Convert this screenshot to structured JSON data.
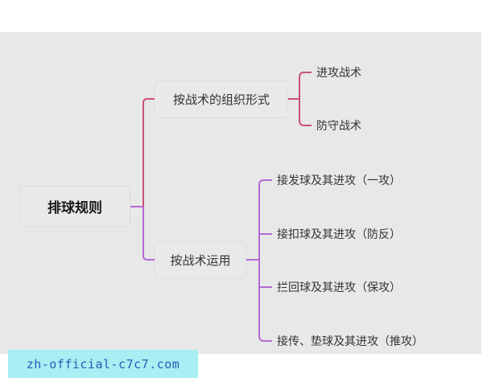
{
  "mindmap": {
    "root": {
      "label": "排球规则"
    },
    "branches": [
      {
        "label": "按战术的组织形式",
        "color": "#c9507a",
        "children": [
          {
            "label": "进攻战术"
          },
          {
            "label": "防守战术"
          }
        ]
      },
      {
        "label": "按战术运用",
        "color": "#b36ad6",
        "children": [
          {
            "label": "接发球及其进攻（一攻）"
          },
          {
            "label": "接扣球及其进攻（防反）"
          },
          {
            "label": "拦回球及其进攻（保攻）"
          },
          {
            "label": "接传、垫球及其进攻（推攻）"
          }
        ]
      }
    ]
  },
  "colors": {
    "canvas_bg": "#e8e8e8",
    "branch_top": "#c9507a",
    "branch_bottom": "#b36ad6",
    "watermark_bg": "#a8eef2",
    "watermark_text": "#2a5bb8"
  },
  "watermark": {
    "text": "zh-official-c7c7.com"
  }
}
